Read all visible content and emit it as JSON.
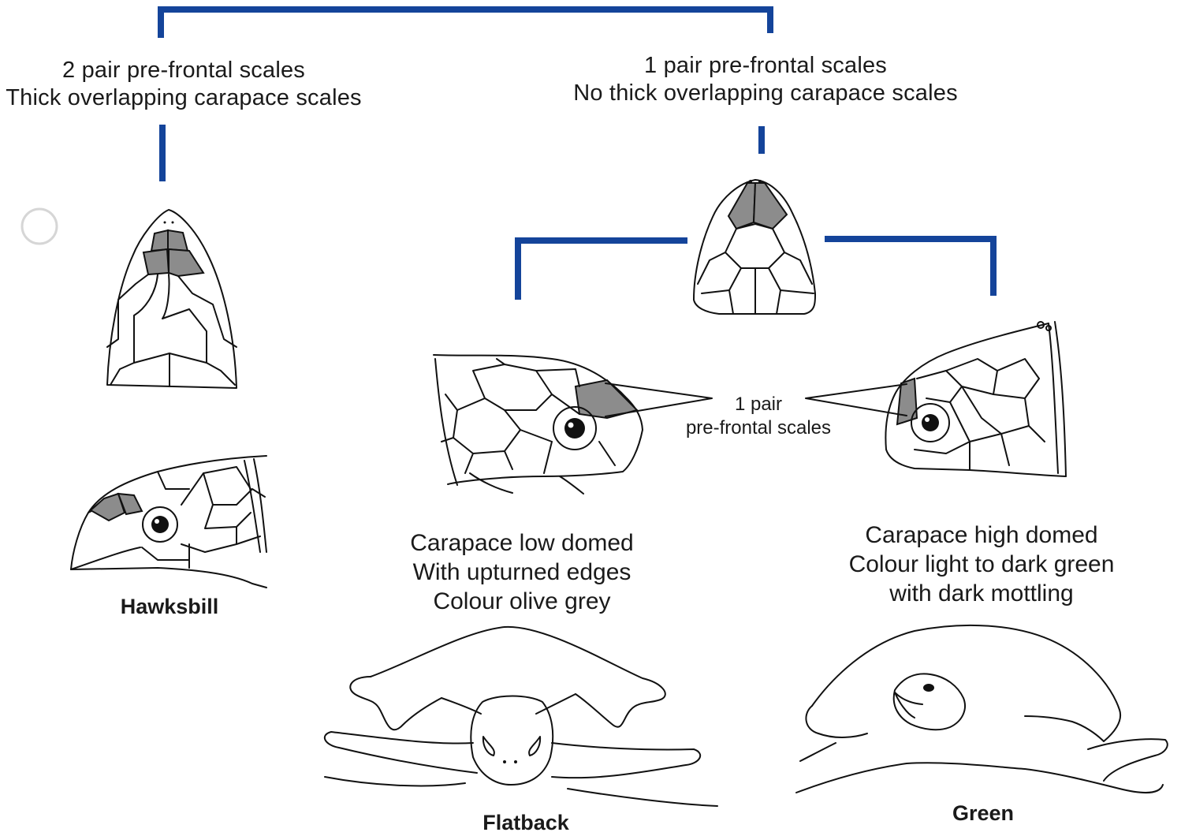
{
  "left_branch": {
    "line1": "2 pair pre-frontal scales",
    "line2": "Thick overlapping carapace scales"
  },
  "right_branch": {
    "line1": "1 pair pre-frontal scales",
    "line2": "No thick overlapping carapace scales"
  },
  "callout": {
    "line1": "1 pair",
    "line2": "pre-frontal scales"
  },
  "flatback": {
    "line1": "Carapace low domed",
    "line2": "With upturned edges",
    "line3": "Colour olive grey",
    "name": "Flatback"
  },
  "green": {
    "line1": "Carapace high domed",
    "line2": "Colour light to dark green",
    "line3": "with dark mottling",
    "name": "Green"
  },
  "hawksbill": {
    "name": "Hawksbill"
  },
  "colors": {
    "branch_lines": "#14449a",
    "scale_highlight": "#8c8c8c",
    "ink": "#111111"
  }
}
